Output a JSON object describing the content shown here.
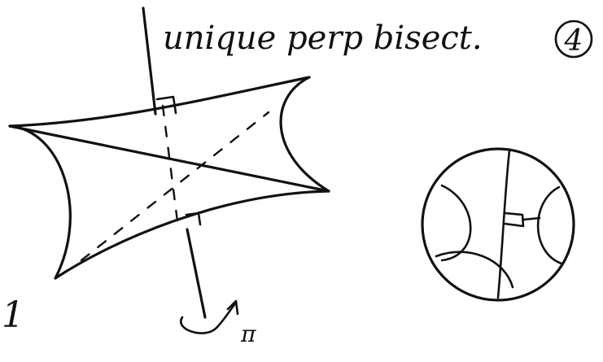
{
  "caption": "unique perp bisect.",
  "page_number": "4",
  "rotation_label": "π",
  "left_mark": "1",
  "ink_color": "#111111"
}
